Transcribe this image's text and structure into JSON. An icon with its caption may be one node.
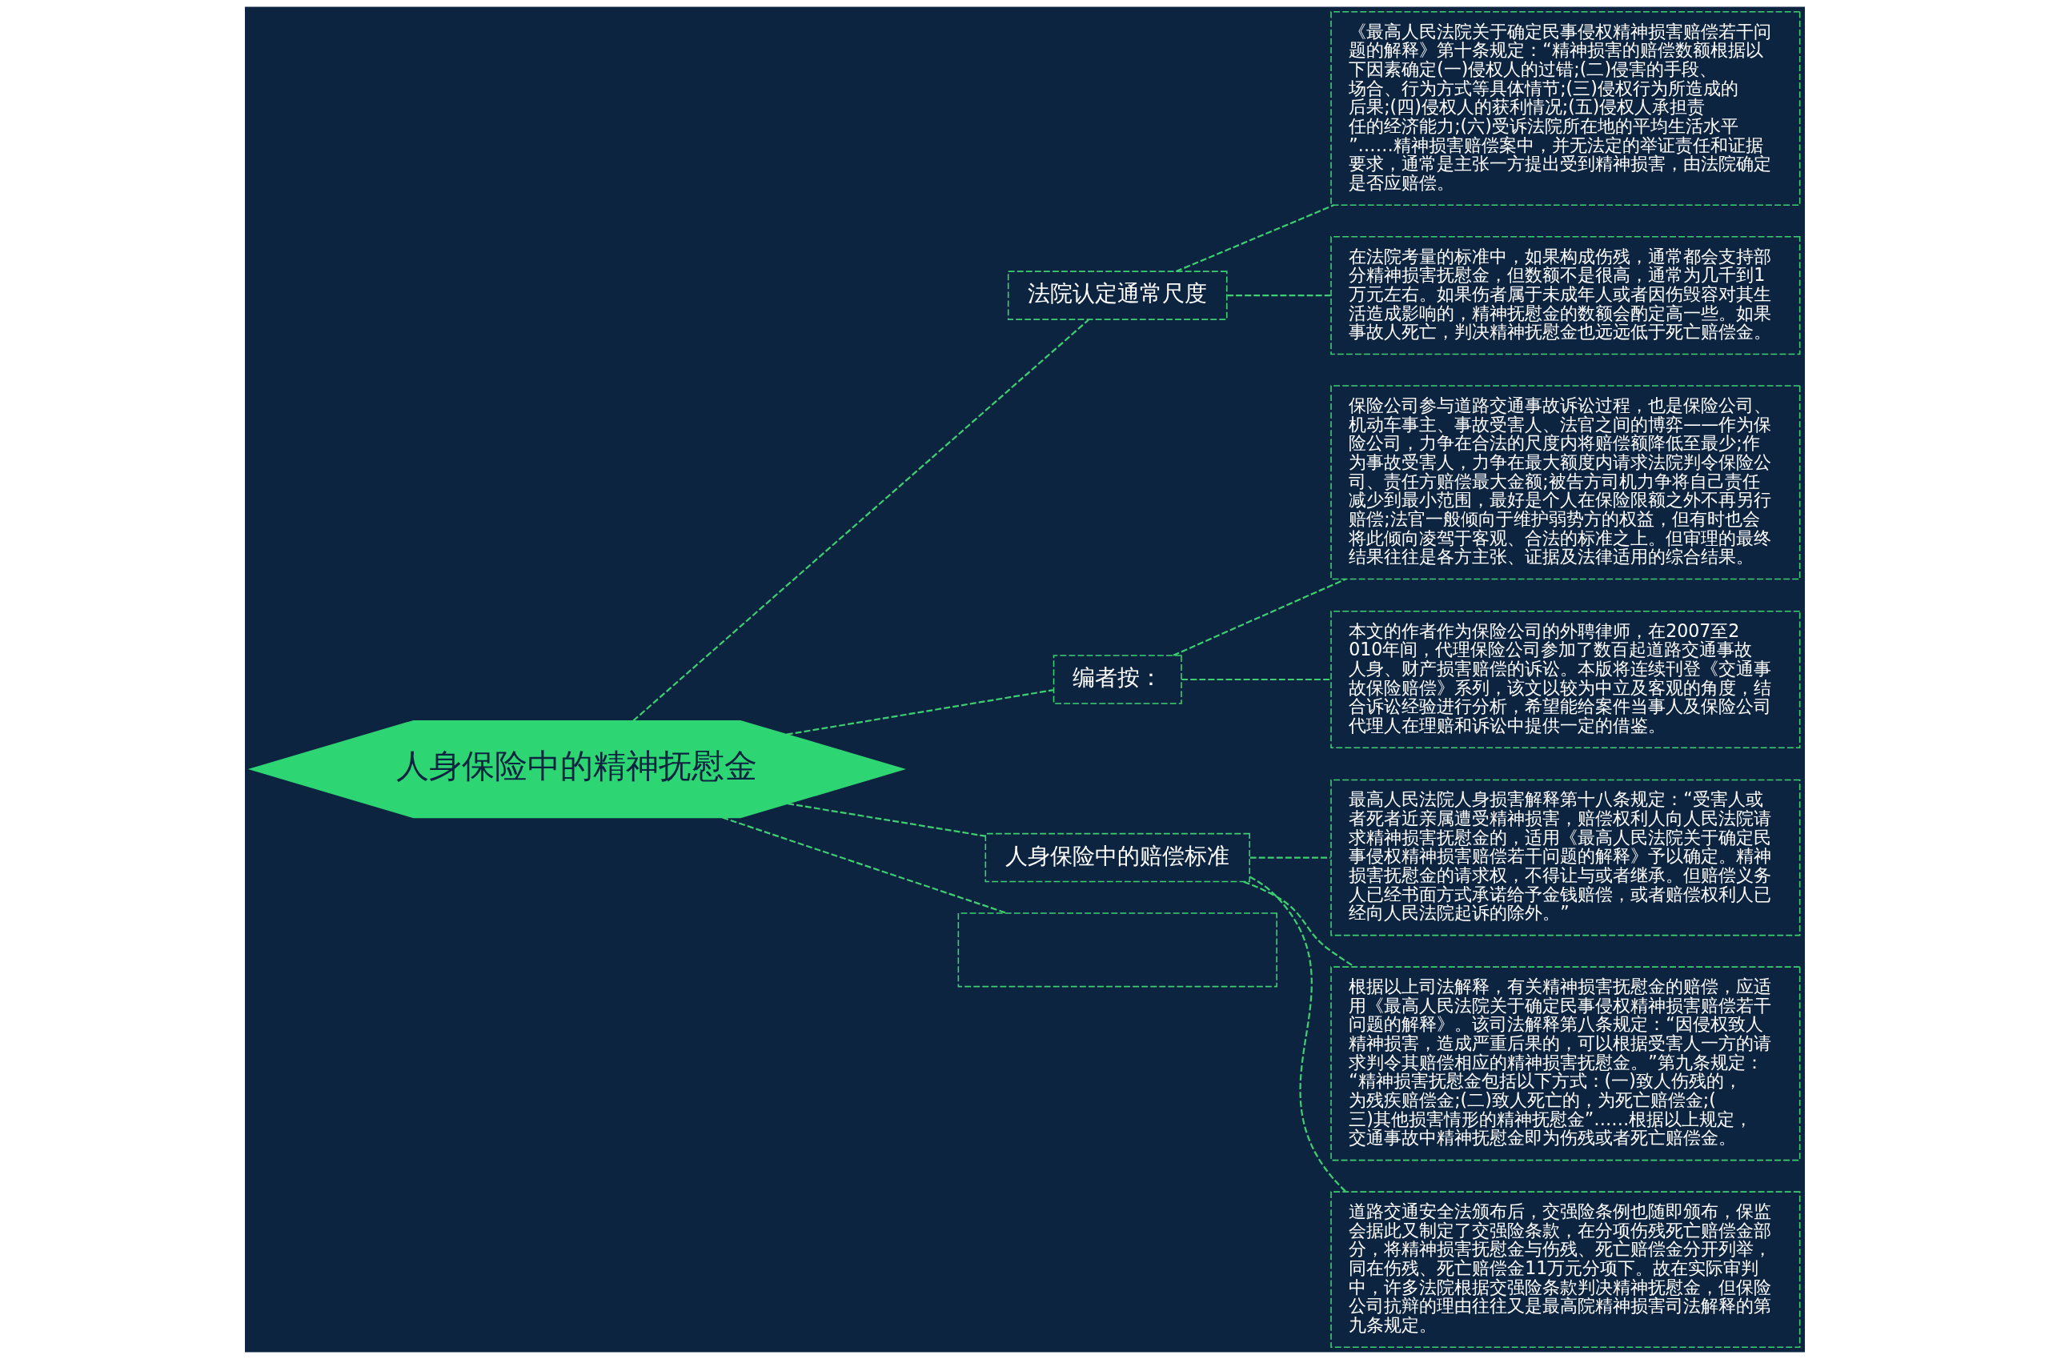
{
  "diagram": {
    "nodes": [
      {
        "text": [
          "人身保险中的精神抚慰金"
        ]
      },
      {
        "text": [
          "法院认定通常尺度"
        ]
      },
      {
        "text": [
          "《最高人民法院关于确定民事侵权精神损害赔偿若干问题的解释》第十条规定：“精神损害的赔偿数额根据以下因素确定(一)侵权人的过错;(二)侵害的手段、场合、行为方式等具体情节;(三)侵权行为所造成的后果;(四)侵权人的获利情况;(五)侵权人承担责任的经济能力;(六)受诉法院所在地的平均生活水平”……精神损害赔偿案中，并无法定的举证责任和证据要求，通常是主张一方提出受到精神损害，由法院确定是否应赔偿。"
        ]
      },
      {
        "text": [
          "在法院考量的标准中，如果构成伤残，通常都会支持部分精神损害抚慰金，但数额不是很高，通常为几千到1万元左右。如果伤者属于未成年人或者因伤毁容对其生活造成影响的，精神抚慰金的数额会酌定高一些。如果事故人死亡，判决精神抚慰金也远远低于死亡赔偿金。"
        ]
      },
      {
        "text": [
          "编者按："
        ]
      },
      {
        "text": [
          "保险公司参与道路交通事故诉讼过程，也是保险公司、机动车事主、事故受害人、法官之间的博弈——作为保险公司，力争在合法的尺度内将赔偿额降低至最少;作为事故受害人，力争在最大额度内请求法院判令保险公司、责任方赔偿最大金额;被告方司机力争将自己责任减少到最小范围，最好是个人在保险限额之外不再另行赔偿;法官一般倾向于维护弱势方的权益，但有时也会将此倾向凌驾于客观、合法的标准之上。但审理的最终结果往往是各方主张、证据及法律适用的综合结果。"
        ]
      },
      {
        "text": [
          "本文的作者作为保险公司的外聘律师，在2007至2010年间，代理保险公司参加了数百起道路交通事故人身、财产损害赔偿的诉讼。本版将连续刊登《交通事故保险赔偿》系列，该文以较为中立及客观的角度，结合诉讼经验进行分析，希望能给案件当事人及保险公司代理人在理赔和诉讼中提供一定的借鉴。"
        ]
      },
      {
        "text": [
          "人身保险中的赔偿标准"
        ]
      },
      {
        "text": [
          "最高人民法院人身损害解释第十八条规定：“受害人或者死者近亲属遭受精神损害，赔偿权利人向人民法院请求精神损害抚慰金的，适用《最高人民法院关于确定民事侵权精神损害赔偿若干问题的解释》予以确定。精神损害抚慰金的请求权，不得让与或者继承。但赔偿义务人已经书面方式承诺给予金钱赔偿，或者赔偿权利人已经向人民法院起诉的除外。”"
        ]
      },
      {
        "text": [
          "根据以上司法解释，有关精神损害抚慰金的赔偿，应适用《最高人民法院关于确定民事侵权精神损害赔偿若干问题的解释》。该司法解释第八条规定：“因侵权致人精神损害，造成严重后果的，可以根据受害人一方的请求判令其赔偿相应的精神损害抚慰金。”第九条规定：“精神损害抚慰金包括以下方式：(一)致人伤残的，为残疾赔偿金;(二)致人死亡的，为死亡赔偿金;(三)其他损害情形的精神抚慰金”……根据以上规定，交通事故中精神抚慰金即为伤残或者死亡赔偿金。"
        ]
      },
      {
        "text": [
          "道路交通安全法颁布后，交强险条例也随即颁布，保监会据此又制定了交强险条款，在分项伤残死亡赔偿金部分，将精神损害抚慰金与伤残、死亡赔偿金分开列举，同在伤残、死亡赔偿金11万元分项下。故在实际审判中，许多法院根据交强险条款判决精神抚慰金，但保险公司抗辩的理由往往又是最高院精神损害司法解释的第九条规定。"
        ]
      },
      {
        "text": [],
        "shape": "box"
      }
    ],
    "edges": [
      {
        "from": 0,
        "to": 1,
        "arrow": "none"
      },
      {
        "from": 1,
        "to": 2,
        "arrow": "none"
      },
      {
        "from": 1,
        "to": 3,
        "arrow": "none"
      },
      {
        "from": 0,
        "to": 4,
        "arrow": "none"
      },
      {
        "from": 4,
        "to": 5,
        "arrow": "none"
      },
      {
        "from": 4,
        "to": 6,
        "arrow": "none"
      },
      {
        "from": 0,
        "to": 7,
        "arrow": "none"
      },
      {
        "from": 7,
        "to": 8,
        "arrow": "none"
      },
      {
        "from": 7,
        "to": 9,
        "arrow": "none"
      },
      {
        "from": 7,
        "to": 10,
        "arrow": "none"
      },
      {
        "from": 0,
        "to": 11,
        "arrow": "none"
      }
    ]
  }
}
